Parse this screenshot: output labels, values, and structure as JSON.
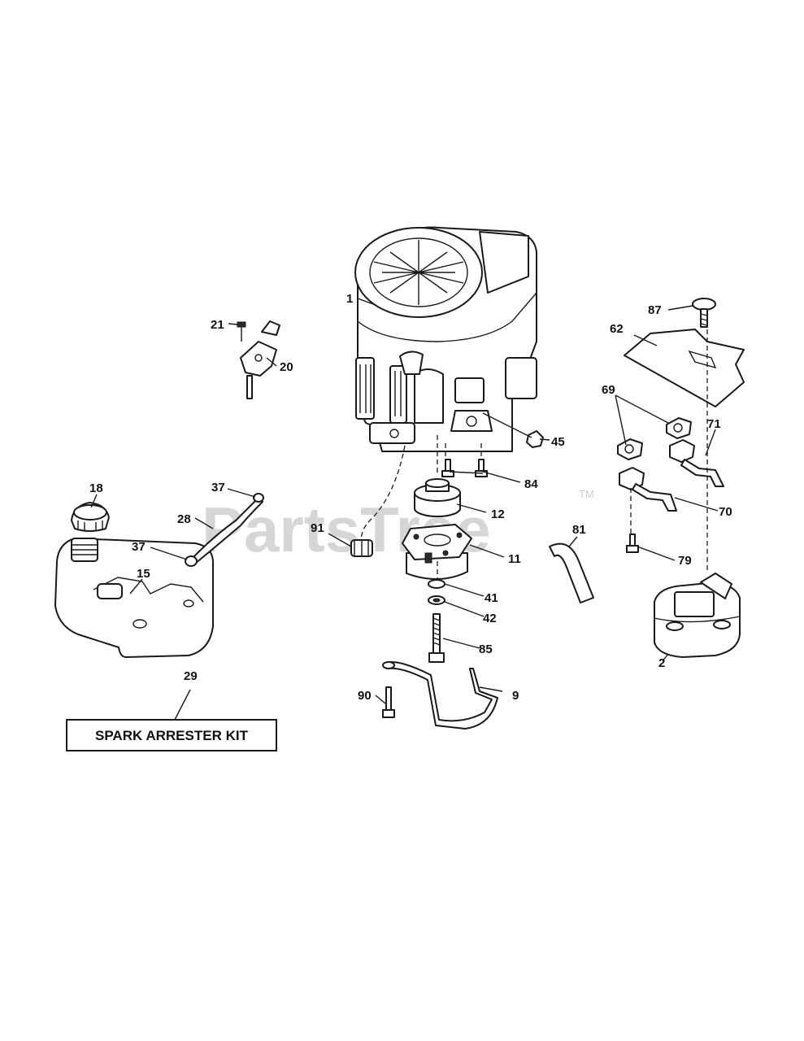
{
  "watermark": "PartsTree",
  "trademark": "TM",
  "kit_box": {
    "label": "SPARK ARRESTER KIT",
    "ref": "29"
  },
  "callouts": {
    "engine": "1",
    "muffler": "2",
    "bracket_9": "9",
    "clutch": "11",
    "pulley": "12",
    "fuel_tank": "15",
    "fuel_cap": "18",
    "throttle_control": "20",
    "screw_21": "21",
    "fuel_line": "28",
    "clamp_37_top": "37",
    "clamp_37_bottom": "37",
    "washer_41": "41",
    "washer_42": "42",
    "nut_45": "45",
    "heat_shield": "62",
    "gasket": "69",
    "exhaust_pipe_70": "70",
    "exhaust_pipe_71": "71",
    "bolt_79": "79",
    "hose_81": "81",
    "bolts_84": "84",
    "bolt_85": "85",
    "knob_87": "87",
    "bolt_90": "90",
    "filter_91": "91"
  }
}
